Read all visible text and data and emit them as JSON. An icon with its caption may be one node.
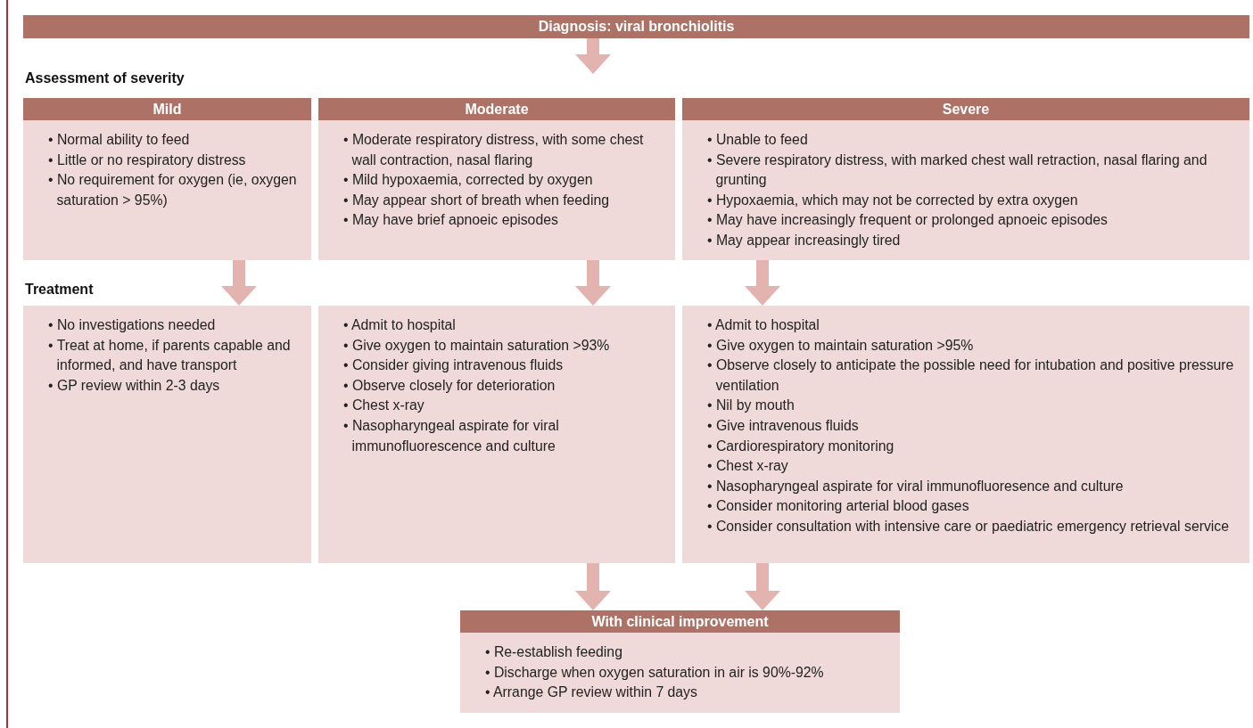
{
  "diagram": {
    "nodes": [
      {
        "text": [
          "Diagnosis: viral bronchiolitis"
        ]
      },
      {
        "text": [
          "Mild",
          "• Normal ability to feed",
          "• Little or no respiratory distress",
          "• No requirement for oxygen (ie, oxygen saturation > 95%)"
        ]
      },
      {
        "text": [
          "Moderate",
          "• Moderate respiratory distress, with some chest wall contraction, nasal flaring",
          "• Mild hypoxaemia, corrected by oxygen",
          "• May appear short of breath when feeding",
          "• May have brief apnoeic episodes"
        ]
      },
      {
        "text": [
          "Severe",
          "• Unable to feed",
          "• Severe respiratory distress, with marked chest wall retraction, nasal flaring and grunting",
          "• Hypoxaemia, which may not be corrected by extra oxygen",
          "• May have increasingly frequent or prolonged apnoeic episodes",
          "• May appear increasingly tired"
        ]
      },
      {
        "text": [
          "• No investigations needed",
          "• Treat at home, if parents capable and informed, and have transport",
          "• GP review within 2-3 days"
        ]
      },
      {
        "text": [
          "• Admit to hospital",
          "• Give oxygen to maintain saturation >93%",
          "• Consider giving intravenous fluids",
          "• Observe closely for deterioration",
          "• Chest x-ray",
          "• Nasopharyngeal aspirate for viral immunofluorescence and culture"
        ]
      },
      {
        "text": [
          "• Admit to hospital",
          "• Give oxygen to maintain saturation >95%",
          "• Observe closely to anticipate the possible need for intubation and positive pressure ventilation",
          "• Nil by mouth",
          "• Give intravenous fluids",
          "• Cardiorespiratory monitoring",
          "• Chest x-ray",
          "• Nasopharyngeal aspirate for viral immunofluoresence and culture",
          "• Consider monitoring arterial blood gases",
          "• Consider consultation with intensive care or paediatric emergency retrieval service"
        ]
      },
      {
        "text": [
          "With clinical improvement",
          "• Re-establish feeding",
          "• Discharge when oxygen saturation in air is 90%-92%",
          "• Arrange GP review within 7 days"
        ]
      }
    ],
    "edges": [
      {
        "from": 0,
        "to": null,
        "arrow": "to"
      },
      {
        "from": 1,
        "to": 4,
        "arrow": "to"
      },
      {
        "from": 2,
        "to": 5,
        "arrow": "to"
      },
      {
        "from": 3,
        "to": 6,
        "arrow": "to"
      },
      {
        "from": 5,
        "to": 7,
        "arrow": "to"
      },
      {
        "from": 6,
        "to": 7,
        "arrow": "to"
      }
    ],
    "labels": [
      "Assessment of severity",
      "Treatment"
    ]
  }
}
